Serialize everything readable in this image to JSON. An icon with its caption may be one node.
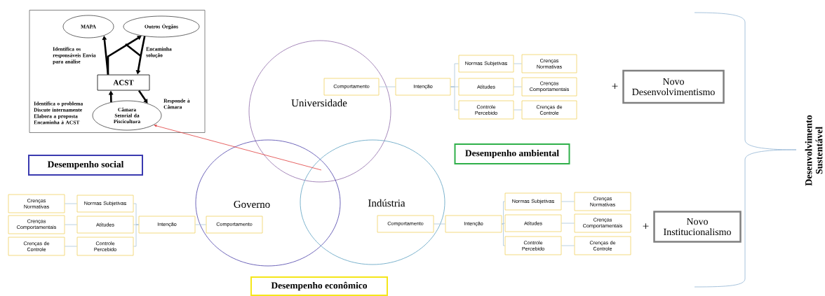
{
  "diagram": {
    "nodes": [
      {
        "text": [],
        "shape": "box"
      },
      {
        "text": [
          "MAPA"
        ],
        "in": 0
      },
      {
        "text": [
          "Outros Órgãos"
        ],
        "in": 0
      },
      {
        "text": [
          "ACST"
        ],
        "in": 0
      },
      {
        "text": [
          "Câmara Setorial da Piscicultura"
        ],
        "in": 0
      },
      {
        "text": [
          "Desempenho social"
        ]
      },
      {
        "text": [
          "Universidade"
        ]
      },
      {
        "text": [
          "Governo"
        ]
      },
      {
        "text": [
          "Indústria"
        ]
      },
      {
        "text": [
          "Desempenho ambiental"
        ]
      },
      {
        "text": [
          "Desempenho econômico"
        ]
      },
      {
        "text": [
          "Comportamento"
        ],
        "in": 6
      },
      {
        "text": [
          "Intenção"
        ]
      },
      {
        "text": [
          "Normas Subjetivas"
        ]
      },
      {
        "text": [
          "Atitudes"
        ]
      },
      {
        "text": [
          "Controle Percebido"
        ]
      },
      {
        "text": [
          "Crenças Normativas"
        ]
      },
      {
        "text": [
          "Crenças Comportamentais"
        ]
      },
      {
        "text": [
          "Crenças de Controle"
        ]
      },
      {
        "text": [
          "Comportamento"
        ],
        "in": 7
      },
      {
        "text": [
          "Intenção"
        ]
      },
      {
        "text": [
          "Normas Subjetivas"
        ]
      },
      {
        "text": [
          "Atitudes"
        ]
      },
      {
        "text": [
          "Controle Percebido"
        ]
      },
      {
        "text": [
          "Crenças Normativas"
        ]
      },
      {
        "text": [
          "Crenças Comportamentais"
        ]
      },
      {
        "text": [
          "Crenças de Controle"
        ]
      },
      {
        "text": [
          "Comportamento"
        ],
        "in": 8
      },
      {
        "text": [
          "Intenção"
        ]
      },
      {
        "text": [
          "Normas Subjetivas"
        ]
      },
      {
        "text": [
          "Atitudes"
        ]
      },
      {
        "text": [
          "Controle Percebido"
        ]
      },
      {
        "text": [
          "Crenças Normativas"
        ]
      },
      {
        "text": [
          "Crenças Comportamentais"
        ]
      },
      {
        "text": [
          "Crenças de Controle"
        ]
      },
      {
        "text": [
          "Novo Desenvolvimentismo"
        ],
        "beside": [
          "+"
        ]
      },
      {
        "text": [
          "Novo Institucionalismo"
        ],
        "beside": [
          "+"
        ]
      }
    ],
    "edges": [
      {
        "from": 3,
        "to": 1,
        "arrow": "to",
        "style": "thick",
        "color": "#000000",
        "label": "Identifica os responsáveis Envia para análise"
      },
      {
        "from": 3,
        "to": 2,
        "arrow": "to",
        "style": "thick",
        "color": "#000000"
      },
      {
        "from": 2,
        "to": 3,
        "arrow": "to",
        "style": "thick",
        "color": "#000000",
        "label": "Encaminha solução"
      },
      {
        "from": 4,
        "to": 3,
        "arrow": "to",
        "style": "thick",
        "color": "#000000"
      },
      {
        "from": 3,
        "to": 4,
        "arrow": "to",
        "style": "thick",
        "color": "#000000",
        "label": "Responde à Câmara"
      },
      {
        "from": 7,
        "to": 4,
        "arrow": "to",
        "color": "#e03c3c"
      },
      {
        "from": 11,
        "to": 12,
        "arrow": "none"
      },
      {
        "from": 12,
        "to": 13,
        "arrow": "none"
      },
      {
        "from": 12,
        "to": 14,
        "arrow": "none"
      },
      {
        "from": 12,
        "to": 15,
        "arrow": "none"
      },
      {
        "from": 13,
        "to": 16,
        "arrow": "none"
      },
      {
        "from": 14,
        "to": 17,
        "arrow": "none"
      },
      {
        "from": 15,
        "to": 18,
        "arrow": "none"
      },
      {
        "from": 19,
        "to": 20,
        "arrow": "none"
      },
      {
        "from": 20,
        "to": 21,
        "arrow": "none"
      },
      {
        "from": 20,
        "to": 22,
        "arrow": "none"
      },
      {
        "from": 20,
        "to": 23,
        "arrow": "none"
      },
      {
        "from": 21,
        "to": 24,
        "arrow": "none"
      },
      {
        "from": 22,
        "to": 25,
        "arrow": "none"
      },
      {
        "from": 23,
        "to": 26,
        "arrow": "none"
      },
      {
        "from": 27,
        "to": 28,
        "arrow": "none"
      },
      {
        "from": 28,
        "to": 29,
        "arrow": "none"
      },
      {
        "from": 28,
        "to": 30,
        "arrow": "none"
      },
      {
        "from": 28,
        "to": 31,
        "arrow": "none"
      },
      {
        "from": 29,
        "to": 32,
        "arrow": "none"
      },
      {
        "from": 30,
        "to": 33,
        "arrow": "none"
      },
      {
        "from": 31,
        "to": 34,
        "arrow": "none"
      }
    ],
    "labels": [
      "Identifica o problema Discute internamente Elabora a proposta Encaminha à ACST",
      "Desenvolvimento Sustentável"
    ]
  }
}
